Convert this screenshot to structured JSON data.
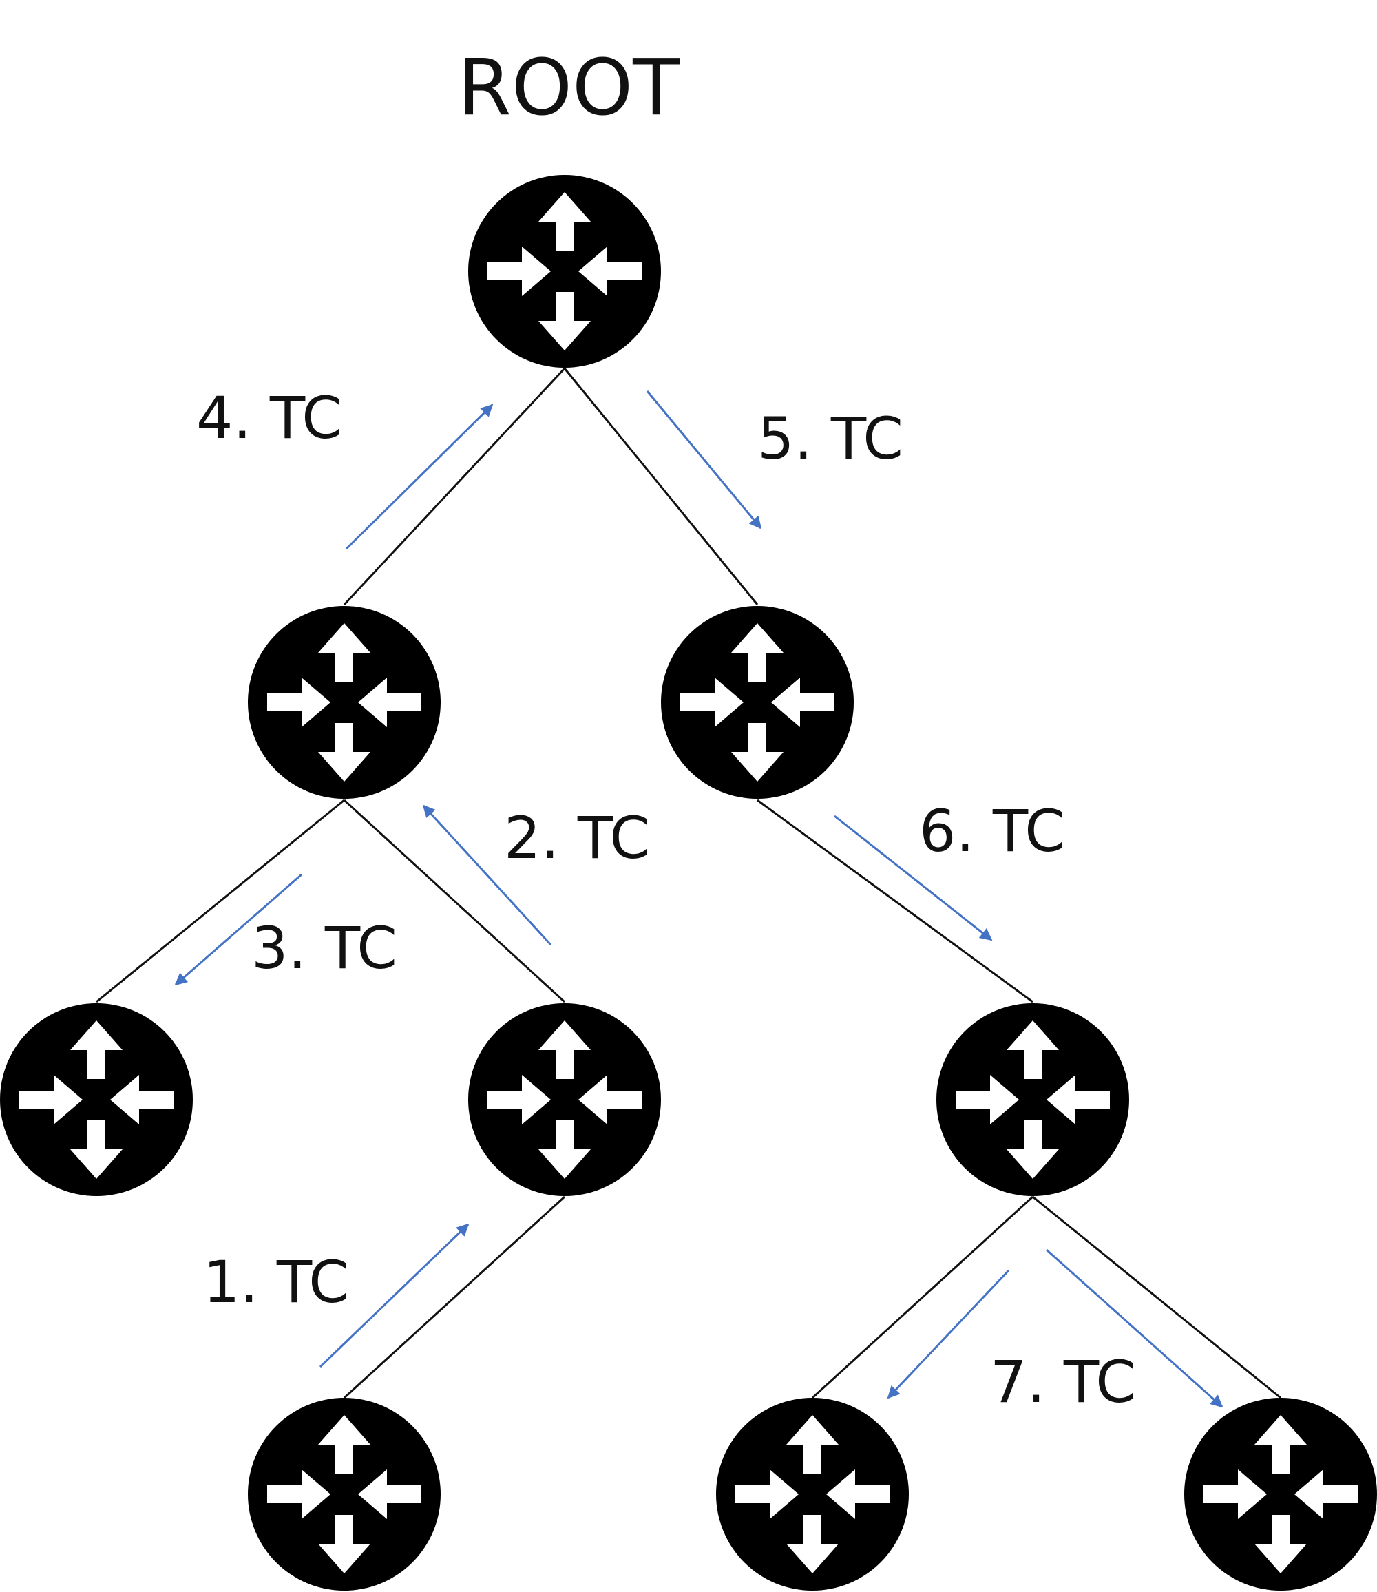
{
  "title": "ROOT",
  "steps": [
    {
      "label": "1. TC"
    },
    {
      "label": "2. TC"
    },
    {
      "label": "3. TC"
    },
    {
      "label": "4. TC"
    },
    {
      "label": "5. TC"
    },
    {
      "label": "6. TC"
    },
    {
      "label": "7. TC"
    }
  ],
  "colors": {
    "node_fill": "#000000",
    "node_icon": "#ffffff",
    "link": "#111111",
    "tc_arrow": "#4472c4"
  },
  "node_icon_name": "router-icon"
}
